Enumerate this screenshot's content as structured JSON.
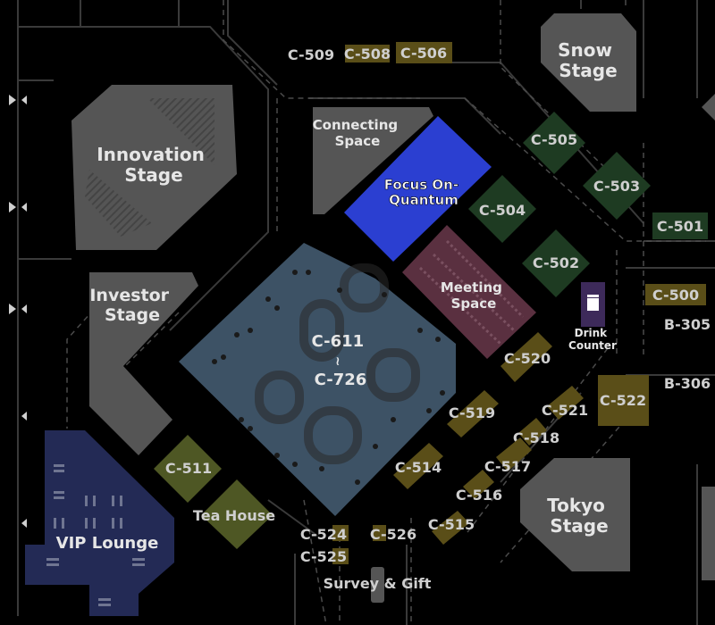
{
  "colors": {
    "background": "#000000",
    "outline": "#3a3a3a",
    "stage_gray": "#555555",
    "focus_blue": "#2b3fd1",
    "green": "#1e3b22",
    "olive": "#4e5724",
    "gold": "#5a4e18",
    "pink": "#5a3040",
    "blue_gray": "#3d5265",
    "navy": "#232a55",
    "purple": "#3d2a5a"
  },
  "stages": {
    "innovation": [
      "Innovation",
      "Stage"
    ],
    "investor": [
      "Investor",
      "Stage"
    ],
    "snow": [
      "Snow",
      "Stage"
    ],
    "tokyo": [
      "Tokyo",
      "Stage"
    ],
    "connecting": [
      "Connecting",
      "Space"
    ],
    "focus": [
      "Focus On-",
      "Quantum"
    ],
    "meeting": [
      "Meeting",
      "Space"
    ],
    "drink": [
      "Drink",
      "Counter"
    ],
    "vip": "VIP Lounge",
    "tea": "Tea House",
    "survey": "Survey & Gift",
    "center": [
      "C-611",
      "≀",
      "C-726"
    ]
  },
  "icons": {
    "drink": "cup-icon"
  },
  "booths": {
    "c509": "C-509",
    "c508": "C-508",
    "c506": "C-506",
    "c505": "C-505",
    "c503": "C-503",
    "c504": "C-504",
    "c502": "C-502",
    "c501": "C-501",
    "c500": "C-500",
    "b305": "B-305",
    "b306": "B-306",
    "c520": "C-520",
    "c519": "C-519",
    "c521": "C-521",
    "c522": "C-522",
    "c518": "C-518",
    "c517": "C-517",
    "c516": "C-516",
    "c515": "C-515",
    "c514": "C-514",
    "c511": "C-511",
    "c524": "C-524",
    "c525": "C-525",
    "c526": "C-526"
  }
}
